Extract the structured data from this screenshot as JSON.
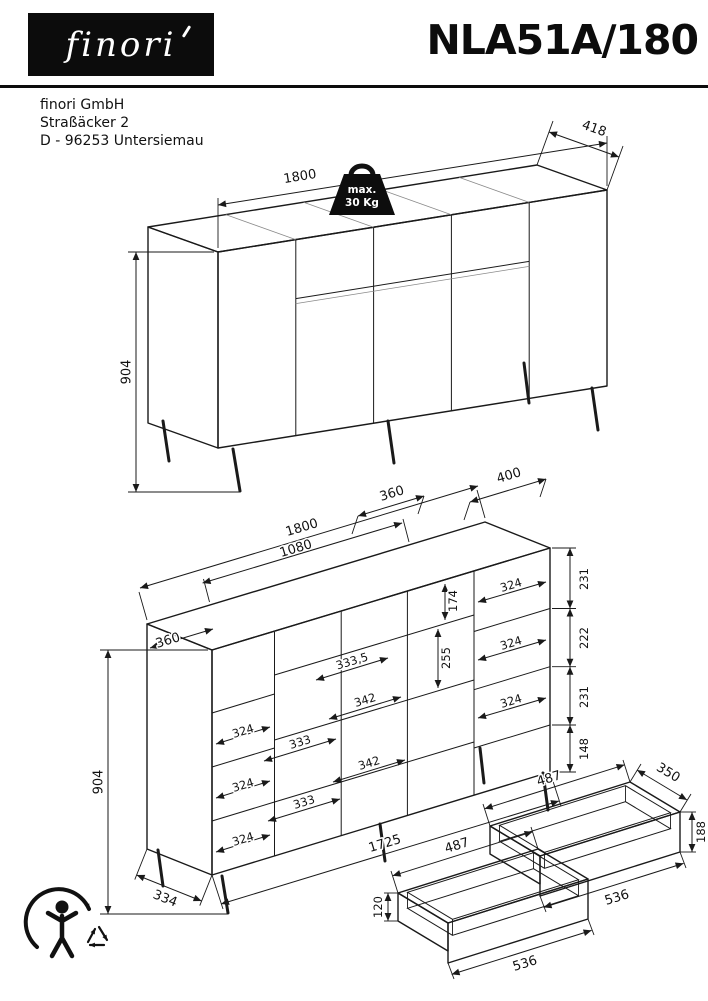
{
  "colors": {
    "ink": "#111111",
    "paper": "#ffffff",
    "logo_bg": "#0c0c0c"
  },
  "icons": {
    "weight": "max-load-weight-badge",
    "recycling": "triman-recycling-icon"
  },
  "header": {
    "brand": "finori",
    "model": "NLA51A/180"
  },
  "address": {
    "line1": "finori GmbH",
    "line2": "Straßäcker 2",
    "line3": "D - 96253 Untersiemau"
  },
  "closed_view": {
    "weight_line1": "max.",
    "weight_line2": "30 Kg",
    "width": "1800",
    "depth": "418",
    "height": "904"
  },
  "open_view": {
    "total_width": "1800",
    "middle_width": "1080",
    "left_width": "360",
    "mid_top_width": "360",
    "right_width": "400",
    "height": "904",
    "bottom_width": "1725",
    "bottom_depth": "334",
    "right_heights": [
      "231",
      "222",
      "231",
      "148"
    ],
    "right_shelves": [
      "324",
      "324",
      "324"
    ],
    "left_shelves": [
      "324",
      "324",
      "324"
    ],
    "inner_heights": [
      "174",
      "255"
    ],
    "mid_widths": [
      "333,5",
      "342",
      "333",
      "342",
      "333"
    ]
  },
  "drawer_view": {
    "top": {
      "width": "487",
      "depth": "350",
      "front_height": "188",
      "inner_width": "536"
    },
    "bottom": {
      "width": "487",
      "side_height": "120",
      "inner_width": "536"
    }
  }
}
